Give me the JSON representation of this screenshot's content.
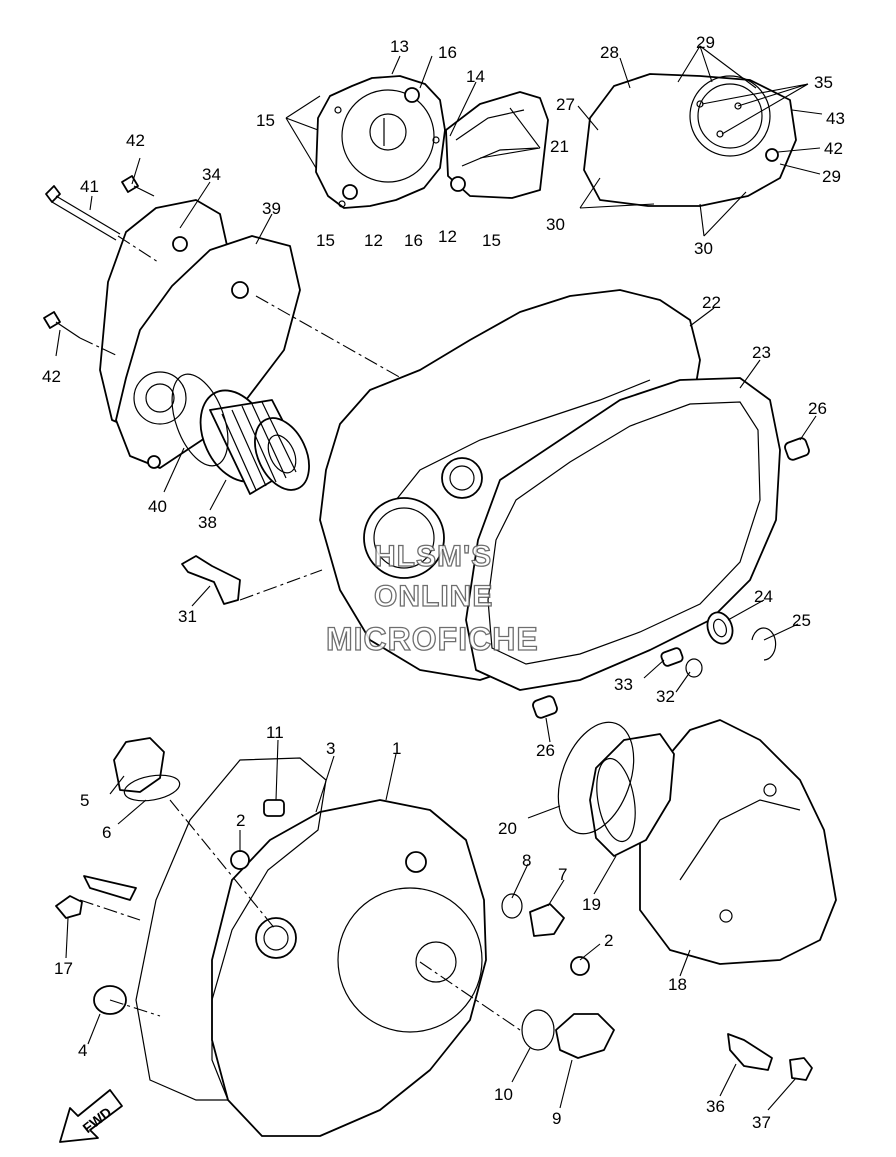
{
  "diagram": {
    "callouts": {
      "c1": "1",
      "c2a": "2",
      "c2b": "2",
      "c3": "3",
      "c4": "4",
      "c5": "5",
      "c6": "6",
      "c7": "7",
      "c8": "8",
      "c9": "9",
      "c10": "10",
      "c11": "11",
      "c12a": "12",
      "c12b": "12",
      "c13": "13",
      "c14": "14",
      "c15a": "15",
      "c15b": "15",
      "c15c": "15",
      "c16a": "16",
      "c16b": "16",
      "c17": "17",
      "c18": "18",
      "c19": "19",
      "c20": "20",
      "c21": "21",
      "c22": "22",
      "c23": "23",
      "c24": "24",
      "c25": "25",
      "c26a": "26",
      "c26b": "26",
      "c27": "27",
      "c28": "28",
      "c29a": "29",
      "c29b": "29",
      "c30a": "30",
      "c30b": "30",
      "c31": "31",
      "c32": "32",
      "c33": "33",
      "c34": "34",
      "c35": "35",
      "c36": "36",
      "c37": "37",
      "c38": "38",
      "c39": "39",
      "c40": "40",
      "c41": "41",
      "c42a": "42",
      "c42b": "42",
      "c42c": "42",
      "c43": "43"
    },
    "watermark": {
      "line1": "HLSM'S",
      "line2": "ONLINE",
      "line3": "MICROFICHE"
    },
    "fwd_label": "FWD"
  }
}
